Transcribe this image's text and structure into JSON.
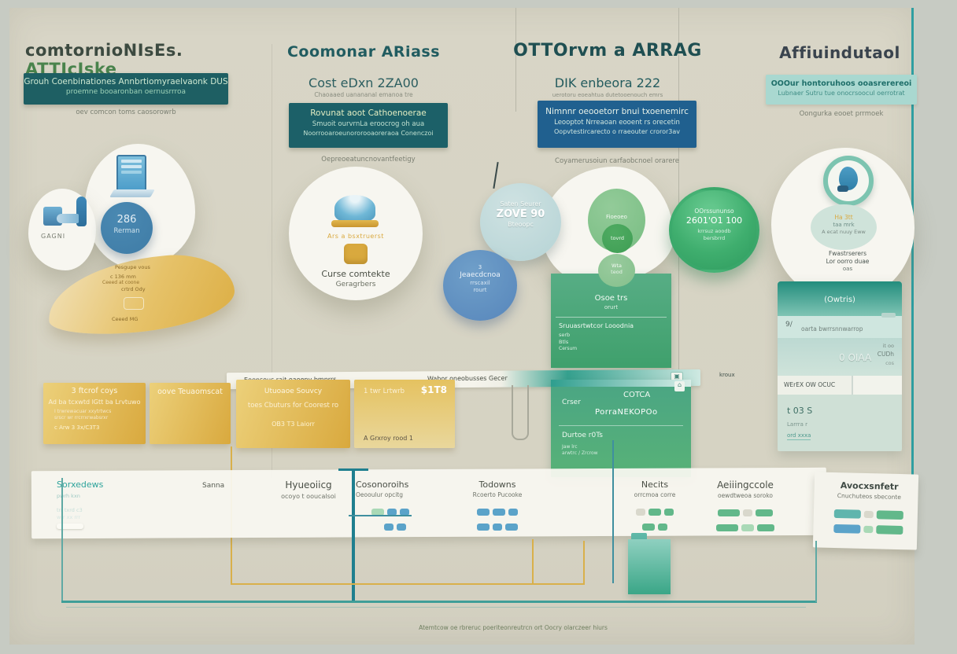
{
  "palette": {
    "canvas": "#d8d5c6",
    "frame": "#c7cbc3",
    "teal-box": "#1e5f63",
    "blue-box": "#20608f",
    "teal-light": "#a9d8d0",
    "teal-line": "#2f9fa2",
    "yellow-1": "#ecd07a",
    "yellow-2": "#d9a93e",
    "green-1": "#57ad85",
    "green-2": "#3fa06c",
    "blue-circle": "#3f7ca6",
    "blue-pill": "#5ba3c9",
    "green-pill": "#62b88a",
    "green-pill-light": "#a9d9b6",
    "teal-text": "#2fa49c"
  },
  "columns": [
    {
      "header_a": "comtornioNIsEs.",
      "header_b": "ATTIcIske",
      "box_line1": "Grouh Coenbinationes Annbrtiomyraelvaonk DUS",
      "box_line2": "proemne booaronban oernusrrroa",
      "note": "oev comcon toms caosorowrb",
      "chip_number": "286",
      "chip_label": "Rerman",
      "device_label": "GAGNI",
      "leaf_line1": "Pesgupe vous",
      "leaf_line2": "c 136 mm",
      "leaf_line3": "Ceeed at coone",
      "leaf_line4": "crtrd Ody",
      "leaf_line5": "Ceeed MG"
    },
    {
      "header": "Coomonar ARiass",
      "subtitle": "Cost eDxn 2ZA00",
      "subnote": "Chaoaaed uanananal emanoa tre",
      "box_line1": "Rovunat aoot Cathoenoerae",
      "box_line2": "Smuoit ourvrnLa eroocrog oh aua",
      "box_line3": "Noorrooaroeunororooaoreraoa Conenczoi",
      "note": "Oepreoeatuncnovantfeetigy",
      "jar_label": "Ars a bsxtruerst",
      "circle_title": "Curse comtekte",
      "circle_sub": "Geragrbers"
    },
    {
      "header": "OTTOrvm a ARRAG",
      "subtitle": "DIK enbeora 222",
      "subnote": "uerotoru eoeahtua dutetooenouch emrs",
      "box_line1": "Nimnnr oeooetorr bnui txoenemirc",
      "box_line2": "Leooptot Nrreaoan eooent rs orecetin",
      "box_line3": "Oopvtestircarecto o rraeouter croror3av",
      "note": "Coyamerusoiun carfaobcnoel orarere",
      "circle_big_1": "Saten Seurer",
      "circle_big_2": "ZOVE 90",
      "circle_big_3": "Bteoopc",
      "circle_blue_1": "3",
      "circle_blue_2": "Jeaecdcnoa",
      "circle_blue_3": "rrscaxil",
      "circle_blue_4": "rourt",
      "bubble_1": "Fioeoeo",
      "bubble_2": "tovrd",
      "bubble_3a": "Wta",
      "bubble_3b": "teod",
      "glossy_1": "OOrssununso",
      "glossy_2": "2601'O1 100",
      "glossy_3": "krrsuz aoodb",
      "glossy_4": "bersbrrd",
      "panel1_title": "Osoe trs",
      "panel1_sub": "orurt",
      "panel1_row_title": "Sruuasrtwtcor Looodnia",
      "panel1_row_l1": "serb",
      "panel1_row_l2": "Btls",
      "panel1_row_l3": "Cersum",
      "panel2_left": "Crser",
      "panel2_tag": "COTCA",
      "panel2_title": "PorraNEKOPOo",
      "panel2_row": "Durtoe r0Ts",
      "panel2_small1": "Jaw lrc",
      "panel2_small2": "arwtrc / Zrcrow",
      "strip_note": "kroux"
    },
    {
      "header": "Affiuindutaol",
      "box_line1": "OOOur hontoruhoos ooasrerereoi",
      "box_line2": "Lubnaer Sutru tue onocrsoocul oerrotrat",
      "note": "Oongurka eooet prrmoek",
      "ellipse_1": "Ha 3tt",
      "ellipse_2": "taa mrk",
      "ellipse_3": "A ecat nuuy Eww",
      "below_1": "Fwastrserers",
      "below_2": "Lor oorro duae",
      "below_3": "oas",
      "panel_top": "(Owtris)",
      "panel_r1": "9/",
      "panel_r2": "oarta bwrrsnnwarrop",
      "panel_r3": "0 OIAA",
      "panel_r3a": "it oo",
      "panel_r3b": "CUDh",
      "panel_r3c": "cos",
      "panel_r4a": "WErEX OW OCUC",
      "panel_r5": "t 03 S",
      "panel_r6": "Larrra r",
      "panel_r7": "ord xxxa"
    }
  ],
  "band": {
    "left": "Eoensous rait oaoeny bmprrs",
    "right": "Wabor oneobusses Gecer"
  },
  "yellow_boxes": [
    {
      "title": "3 ftcrof coys",
      "line": "Ad ba tcxwtd lGtt ba Lrvtuwo",
      "small1": "I trwrewacuar xxytrtwcs",
      "small2": "srscr wr rrcrrxrwabsrxr",
      "foot": "c Arw 3 3x/C3T3"
    },
    {
      "title": "oove Teuaomscat"
    },
    {
      "title": "Utuoaoe Souvcy",
      "line": "toes Cbuturs for Coorest ro",
      "foot": "OB3 T3 Laiorr"
    },
    {
      "title": "1 twr Lrtwrb",
      "price": "$1T8",
      "foot": "A Grxroy rood 1"
    }
  ],
  "table": {
    "cells": [
      {
        "title": "Sorxedews",
        "sub": "pwrh kxn",
        "line1": "trr txrd c3",
        "line2": "wrr xx rrr"
      },
      {
        "title": "Sanna"
      },
      {
        "title": "Hyueoiicg",
        "sub": "ocoyo t ooucalsoi"
      },
      {
        "title": "Cosonoroihs",
        "sub": "Oeooulur opcitg"
      },
      {
        "title": "Todowns",
        "sub": "Rcoerto Pucooke"
      },
      {
        "title": "Necits",
        "sub": "orrcmoa corre"
      },
      {
        "title": "Aeiiingccole",
        "sub": "oewdtweoa soroko"
      },
      {
        "title": "Avocxsnfetr",
        "sub": "Cnuchuteos sbeconte"
      }
    ]
  },
  "footer": {
    "caption": "Atemtcow oe rbreruc poeriteonreutrcn ort Oocry olarczeer hiurs"
  }
}
